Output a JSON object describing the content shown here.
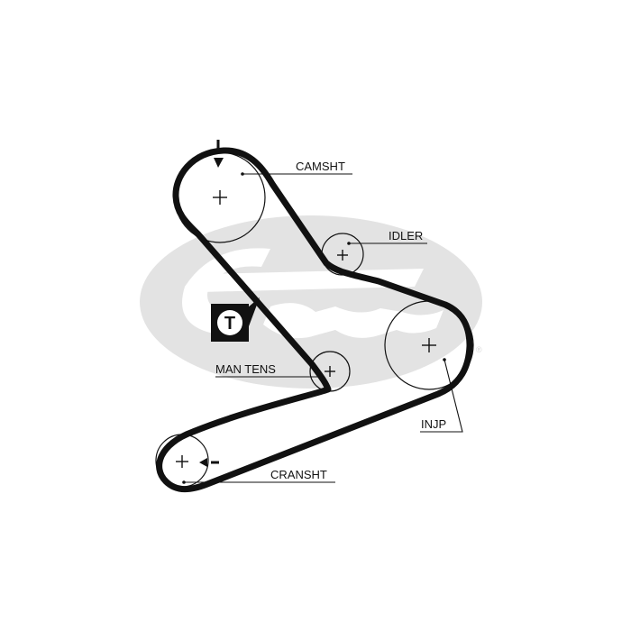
{
  "labels": {
    "camshaft": "CAMSHT",
    "idler": "IDLER",
    "man_tens": "MAN TENS",
    "injection_pump": "INJP",
    "crankshaft": "CRANSHT"
  },
  "tension_symbol": "T",
  "logo_text": "Gates",
  "registered_mark": "®",
  "colors": {
    "belt": "#111111",
    "logo_watermark": "#e3e3e3",
    "ink": "#111111"
  }
}
